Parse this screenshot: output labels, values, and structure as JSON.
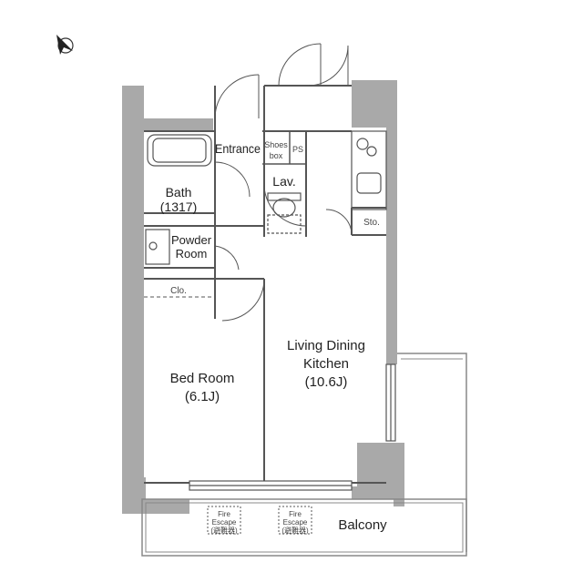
{
  "compass": {
    "icon": "north-arrow-icon"
  },
  "rooms": {
    "entrance": "Entrance",
    "shoes_box_line1": "Shoes",
    "shoes_box_line2": "box",
    "ps": "PS",
    "lav": "Lav.",
    "bath_line1": "Bath",
    "bath_line2": "(1317)",
    "powder_line1": "Powder",
    "powder_line2": "Room",
    "clo": "Clo.",
    "sto": "Sto.",
    "ldk_line1": "Living Dining",
    "ldk_line2": "Kitchen",
    "ldk_line3": "(10.6J)",
    "bed_line1": "Bed Room",
    "bed_line2": "(6.1J)",
    "balcony": "Balcony"
  },
  "fire_escapes": [
    {
      "line1": "Fire",
      "line2": "Escape",
      "line3": "(避難器)"
    },
    {
      "line1": "Fire",
      "line2": "Escape",
      "line3": "(避難器)"
    }
  ],
  "colors": {
    "wall": "#a9a9a9",
    "line": "#555555",
    "balcony_rail": "#888888"
  }
}
